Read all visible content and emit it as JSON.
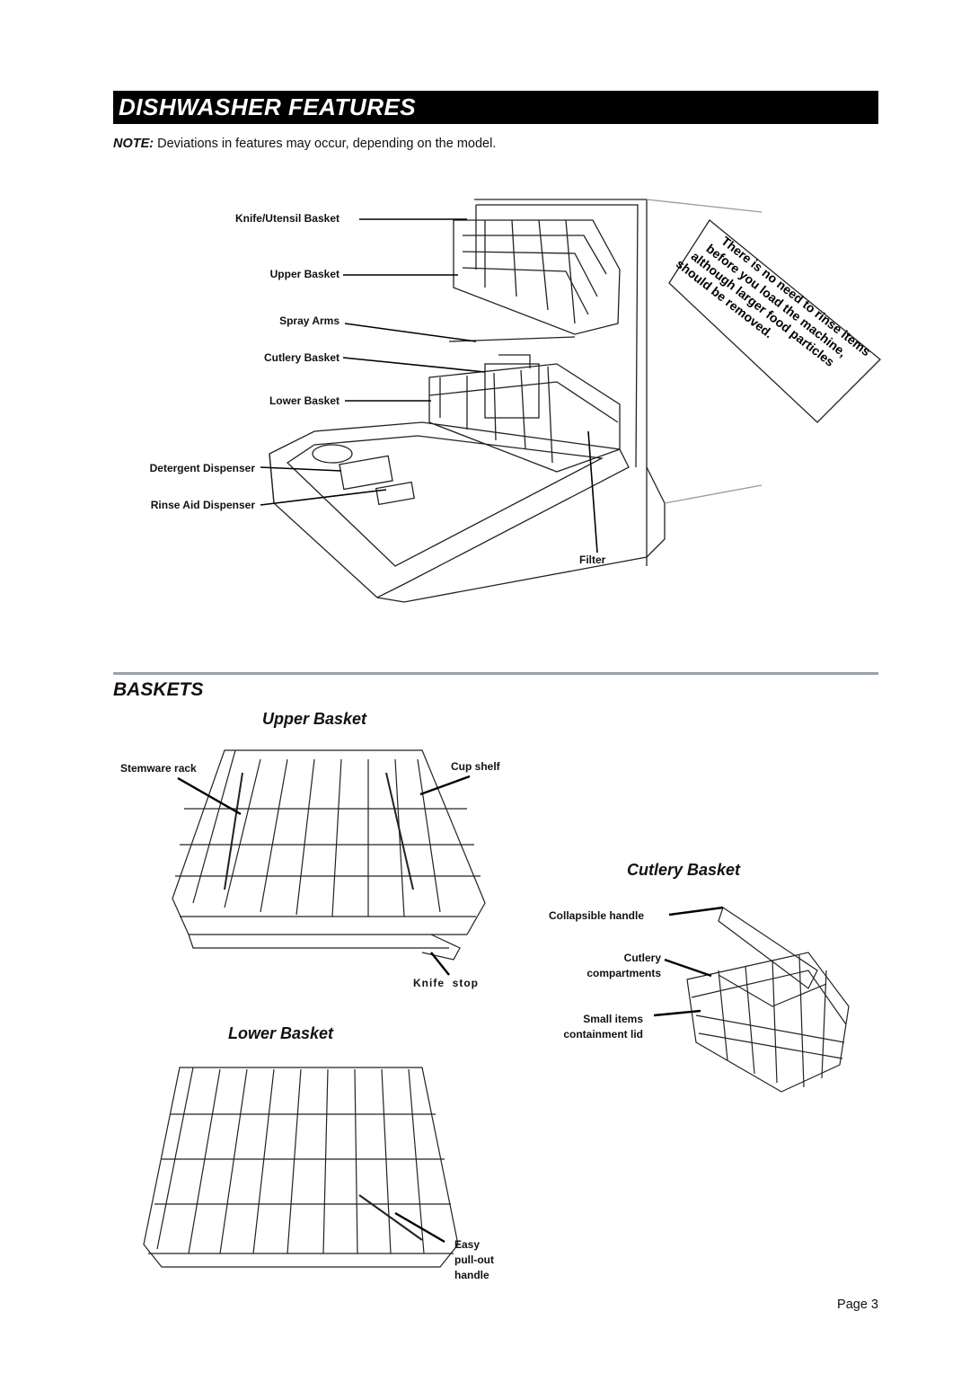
{
  "header": {
    "title": "DISHWASHER FEATURES"
  },
  "note": {
    "label": "NOTE:",
    "text": " Deviations in features may occur, depending on the model."
  },
  "overview_labels": {
    "knife_utensil_basket": "Knife/Utensil Basket",
    "upper_basket": "Upper Basket",
    "spray_arms": "Spray Arms",
    "cutlery_basket": "Cutlery Basket",
    "lower_basket": "Lower Basket",
    "detergent_dispenser": "Detergent Dispenser",
    "rinse_aid_dispenser": "Rinse Aid Dispenser",
    "filter": "Filter"
  },
  "callout": {
    "lines": [
      "There is no need to rinse items",
      "before you load the machine,",
      "although larger food particles",
      "should be removed."
    ]
  },
  "baskets_section": {
    "title": "BASKETS",
    "upper_basket": {
      "title": "Upper Basket",
      "stemware_rack": "Stemware rack",
      "cup_shelf": "Cup shelf",
      "knife_stop": "Knife  stop"
    },
    "lower_basket": {
      "title": "Lower Basket",
      "handle_line1": "Easy",
      "handle_line2": "pull-out",
      "handle_line3": "handle"
    },
    "cutlery_basket": {
      "title": "Cutlery Basket",
      "collapsible_handle": "Collapsible handle",
      "compartments_line1": "Cutlery",
      "compartments_line2": "compartments",
      "lid_line1": "Small items",
      "lid_line2": "containment lid"
    }
  },
  "footer": {
    "page": "Page 3"
  }
}
